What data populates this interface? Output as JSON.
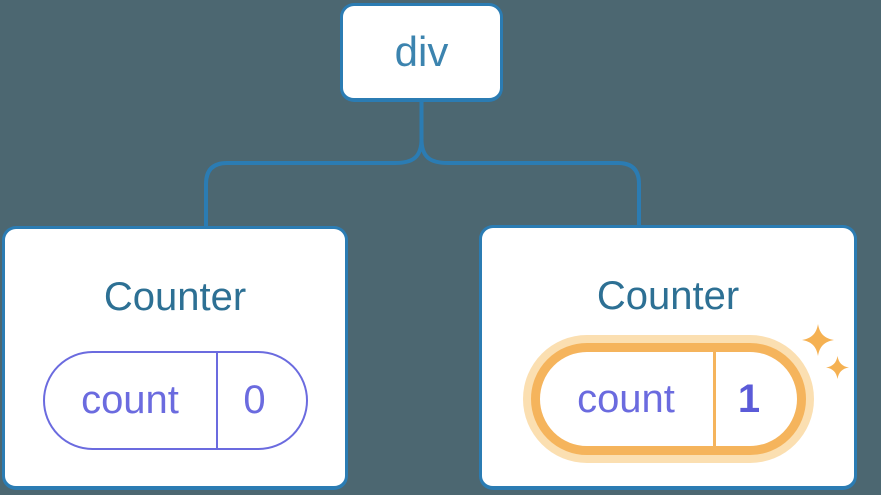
{
  "diagram": {
    "description": "Component tree with root element and two Counter components holding count state",
    "root": {
      "label": "div"
    },
    "children": [
      {
        "title": "Counter",
        "state": {
          "key": "count",
          "value": "0"
        },
        "highlighted": false
      },
      {
        "title": "Counter",
        "state": {
          "key": "count",
          "value": "1"
        },
        "highlighted": true
      }
    ]
  },
  "icons": [
    {
      "name": "sparkle-icon",
      "meaning": "state just updated",
      "count": 2
    }
  ],
  "colors": {
    "background": "#4C6771",
    "line": "#2B7CB3",
    "card_border": "#2B7CB3",
    "card_bg": "#FFFFFF",
    "root_label": "#3C84AF",
    "title": "#2D7094",
    "purple": "#6B6BDF",
    "value_highlight": "#5B5BD8",
    "orange": "#F5B45C",
    "orange_glow": "#FBDFB1",
    "sparkle": "#F5B152"
  }
}
